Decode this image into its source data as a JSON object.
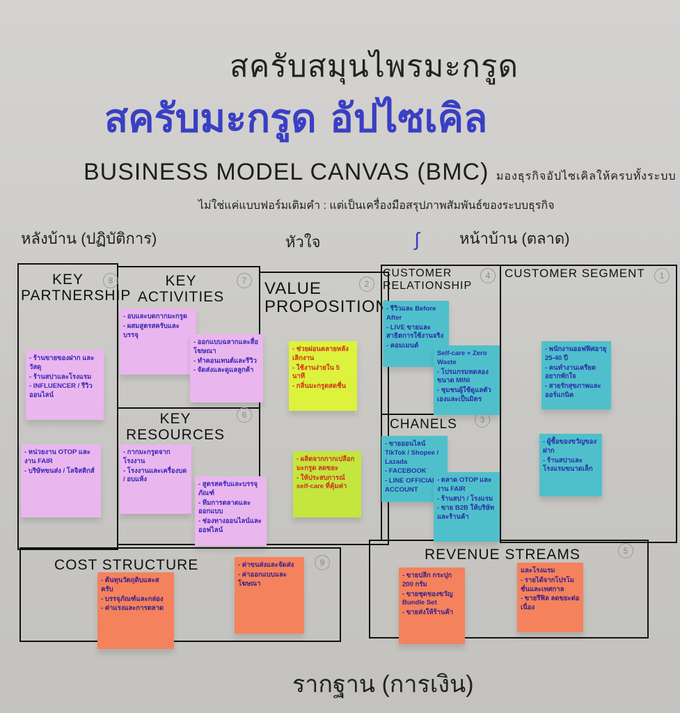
{
  "header": {
    "title_line1": "สครับสมุนไพรมะกรูด",
    "title_line2": "สครับมะกรูด อัปไซเคิล",
    "subtitle_en": "BUSINESS MODEL CANVAS (BMC)",
    "subtitle_th": "มองธุรกิจอัปไซเคิลให้ครบทั้งระบบ",
    "note": "ไม่ใช่แค่แบบฟอร์มเติมคำ : แต่เป็นเครื่องมือสรุปภาพสัมพันธ์ของระบบธุรกิจ",
    "zones": [
      "หลังบ้าน (ปฏิบัติการ)",
      "หัวใจ",
      "หน้าบ้าน (ตลาด)"
    ]
  },
  "footer": {
    "label": "รากฐาน (การเงิน)"
  },
  "colors": {
    "paper": "#cfcecb",
    "title_blue": "#3a3fc4",
    "sticky_pink": "#eab6ee",
    "sticky_yellow": "#dcf23c",
    "sticky_lime": "#c4e63e",
    "sticky_teal": "#4fc0cb",
    "sticky_orange": "#f4825c"
  },
  "blocks": {
    "key_partnership": {
      "label": "KEY PARTNERSHIP",
      "number": "8"
    },
    "key_activities": {
      "label": "KEY ACTIVITIES",
      "number": "7"
    },
    "key_resources": {
      "label": "KEY RESOURCES",
      "number": "6"
    },
    "value_proposition": {
      "label": "VALUE PROPOSITION",
      "number": "2"
    },
    "customer_relationship": {
      "label": "CUSTOMER RELATIONSHIP",
      "number": "4"
    },
    "channels": {
      "label": "CHANELS",
      "number": "3"
    },
    "customer_segment": {
      "label": "CUSTOMER SEGMENT",
      "number": "1"
    },
    "cost_structure": {
      "label": "COST STRUCTURE",
      "number": "9"
    },
    "revenue_streams": {
      "label": "REVENUE STREAMS",
      "number": "5"
    }
  },
  "stickies": [
    {
      "id": "kp1",
      "block": "key_partnership",
      "color": "pink",
      "lines": [
        "- ร้านขายของฝาก และวัสดุ",
        "- ร้านสปาและโรงแรม",
        "- INFLUENCER / รีวิวออนไลน์"
      ]
    },
    {
      "id": "kp2",
      "block": "key_partnership",
      "color": "pink",
      "lines": [
        "- หน่วยงาน OTOP และงาน FAIR",
        "- บริษัทขนส่ง / โลจิสติกส์"
      ]
    },
    {
      "id": "ka1",
      "block": "key_activities",
      "color": "pink",
      "lines": [
        "- อบและบดกากมะกรูด",
        "- ผสมสูตรสครับและบรรจุ"
      ]
    },
    {
      "id": "ka2",
      "block": "key_activities",
      "color": "pink",
      "lines": [
        "- ออกแบบฉลากและสื่อโฆษณา",
        "- ทำคอนเทนต์และรีวิว",
        "- จัดส่งและดูแลลูกค้า"
      ]
    },
    {
      "id": "kr1",
      "block": "key_resources",
      "color": "pink",
      "lines": [
        "- กากมะกรูดจากโรงงาน",
        "- โรงงานและเครื่องบด / อบแห้ง"
      ]
    },
    {
      "id": "kr2",
      "block": "key_resources",
      "color": "pink",
      "lines": [
        "- สูตรสครับและบรรจุภัณฑ์",
        "- ทีมการตลาดและออกแบบ",
        "- ช่องทางออนไลน์และออฟไลน์"
      ]
    },
    {
      "id": "vp1",
      "block": "value_proposition",
      "color": "yellow",
      "lines": [
        "- ช่วยผ่อนคลายหลังเลิกงาน",
        "- ใช้งานง่ายใน 5 นาที",
        "- กลิ่นมะกรูดสดชื่น"
      ]
    },
    {
      "id": "vp2",
      "block": "value_proposition",
      "color": "lime",
      "lines": [
        "- ผลิตจากกากเปลือกมะกรูด ลดขยะ",
        "- ให้ประสบการณ์ self-care ที่คุ้มค่า"
      ]
    },
    {
      "id": "cr1",
      "block": "customer_relationship",
      "color": "teal",
      "lines": [
        "- รีวิวและ Before After",
        "- LIVE ขายและสาธิตการใช้งานจริง",
        "- คอมเมนต์"
      ]
    },
    {
      "id": "cr2",
      "block": "customer_relationship",
      "color": "teal",
      "lines": [
        "Self-care + Zero Waste",
        "- โปรแกรมทดลองขนาด MINI",
        "- ชุมชนผู้ใช้ดูแลตัวเองและเป็นมิตร"
      ]
    },
    {
      "id": "ch1",
      "block": "channels",
      "color": "teal",
      "lines": [
        "- ขายออนไลน์ TikTok / Shopee / Lazada",
        "- FACEBOOK",
        "- LINE OFFICIAL ACCOUNT"
      ]
    },
    {
      "id": "ch2",
      "block": "channels",
      "color": "teal",
      "lines": [
        "- ตลาด OTOP และงาน FAIR",
        "- ร้านสปา / โรงแรม",
        "- ขาย B2B ให้บริษัทและร้านค้า"
      ]
    },
    {
      "id": "cs1",
      "block": "customer_segment",
      "color": "teal",
      "lines": [
        "- พนักงานออฟฟิศอายุ 25-40 ปี",
        "- คนทำงานเครียด อยากพักใจ",
        "- สายรักสุขภาพและออร์แกนิค"
      ]
    },
    {
      "id": "cs2",
      "block": "customer_segment",
      "color": "teal",
      "lines": [
        "- ผู้ซื้อของขวัญของฝาก",
        "- ร้านสปาและโรงแรมขนาดเล็ก"
      ]
    },
    {
      "id": "cost1",
      "block": "cost_structure",
      "color": "orange",
      "lines": [
        "- ต้นทุนวัตถุดิบและสครับ",
        "- บรรจุภัณฑ์และกล่อง",
        "- ค่าแรงและการตลาด"
      ]
    },
    {
      "id": "cost2",
      "block": "cost_structure",
      "color": "orange",
      "lines": [
        "- ค่าขนส่งและจัดส่ง",
        "- ค่าออกแบบและโฆษณา"
      ]
    },
    {
      "id": "rev1",
      "block": "revenue_streams",
      "color": "orange",
      "lines": [
        "- ขายปลีก กระปุก 200 กรัม",
        "- ขายชุดของขวัญ Bundle Set",
        "- ขายส่งให้ร้านค้า"
      ]
    },
    {
      "id": "rev2",
      "block": "revenue_streams",
      "color": "orange",
      "lines": [
        "และโรงแรม",
        "- รายได้จากโปรโมชั่นและเทศกาล",
        "- ขายรีฟิล ลดขยะต่อเนื่อง"
      ]
    }
  ]
}
